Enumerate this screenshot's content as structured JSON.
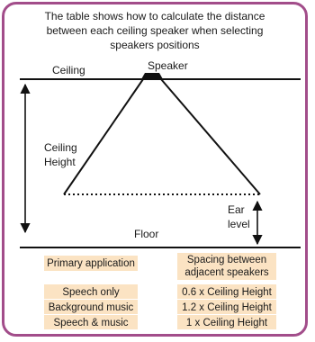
{
  "intro_text": "The table shows how to calculate the distance between each ceiling speaker when selecting speakers positions",
  "diagram": {
    "ceiling_label": "Ceiling",
    "speaker_label": "Speaker",
    "ceiling_height_label_line1": "Ceiling",
    "ceiling_height_label_line2": "Height",
    "ear_level_line1": "Ear",
    "ear_level_line2": "level",
    "floor_label": "Floor"
  },
  "table": {
    "header_application": "Primary application",
    "header_spacing": "Spacing between adjacent speakers",
    "rows": [
      {
        "application": "Speech only",
        "spacing": "0.6 x Ceiling Height"
      },
      {
        "application": "Background music",
        "spacing": "1.2 x Ceiling Height"
      },
      {
        "application": "Speech & music",
        "spacing": "1 x Ceiling Height"
      }
    ]
  },
  "colors": {
    "frame": "#a24d8a",
    "cell_fill": "#fbe3c3"
  }
}
